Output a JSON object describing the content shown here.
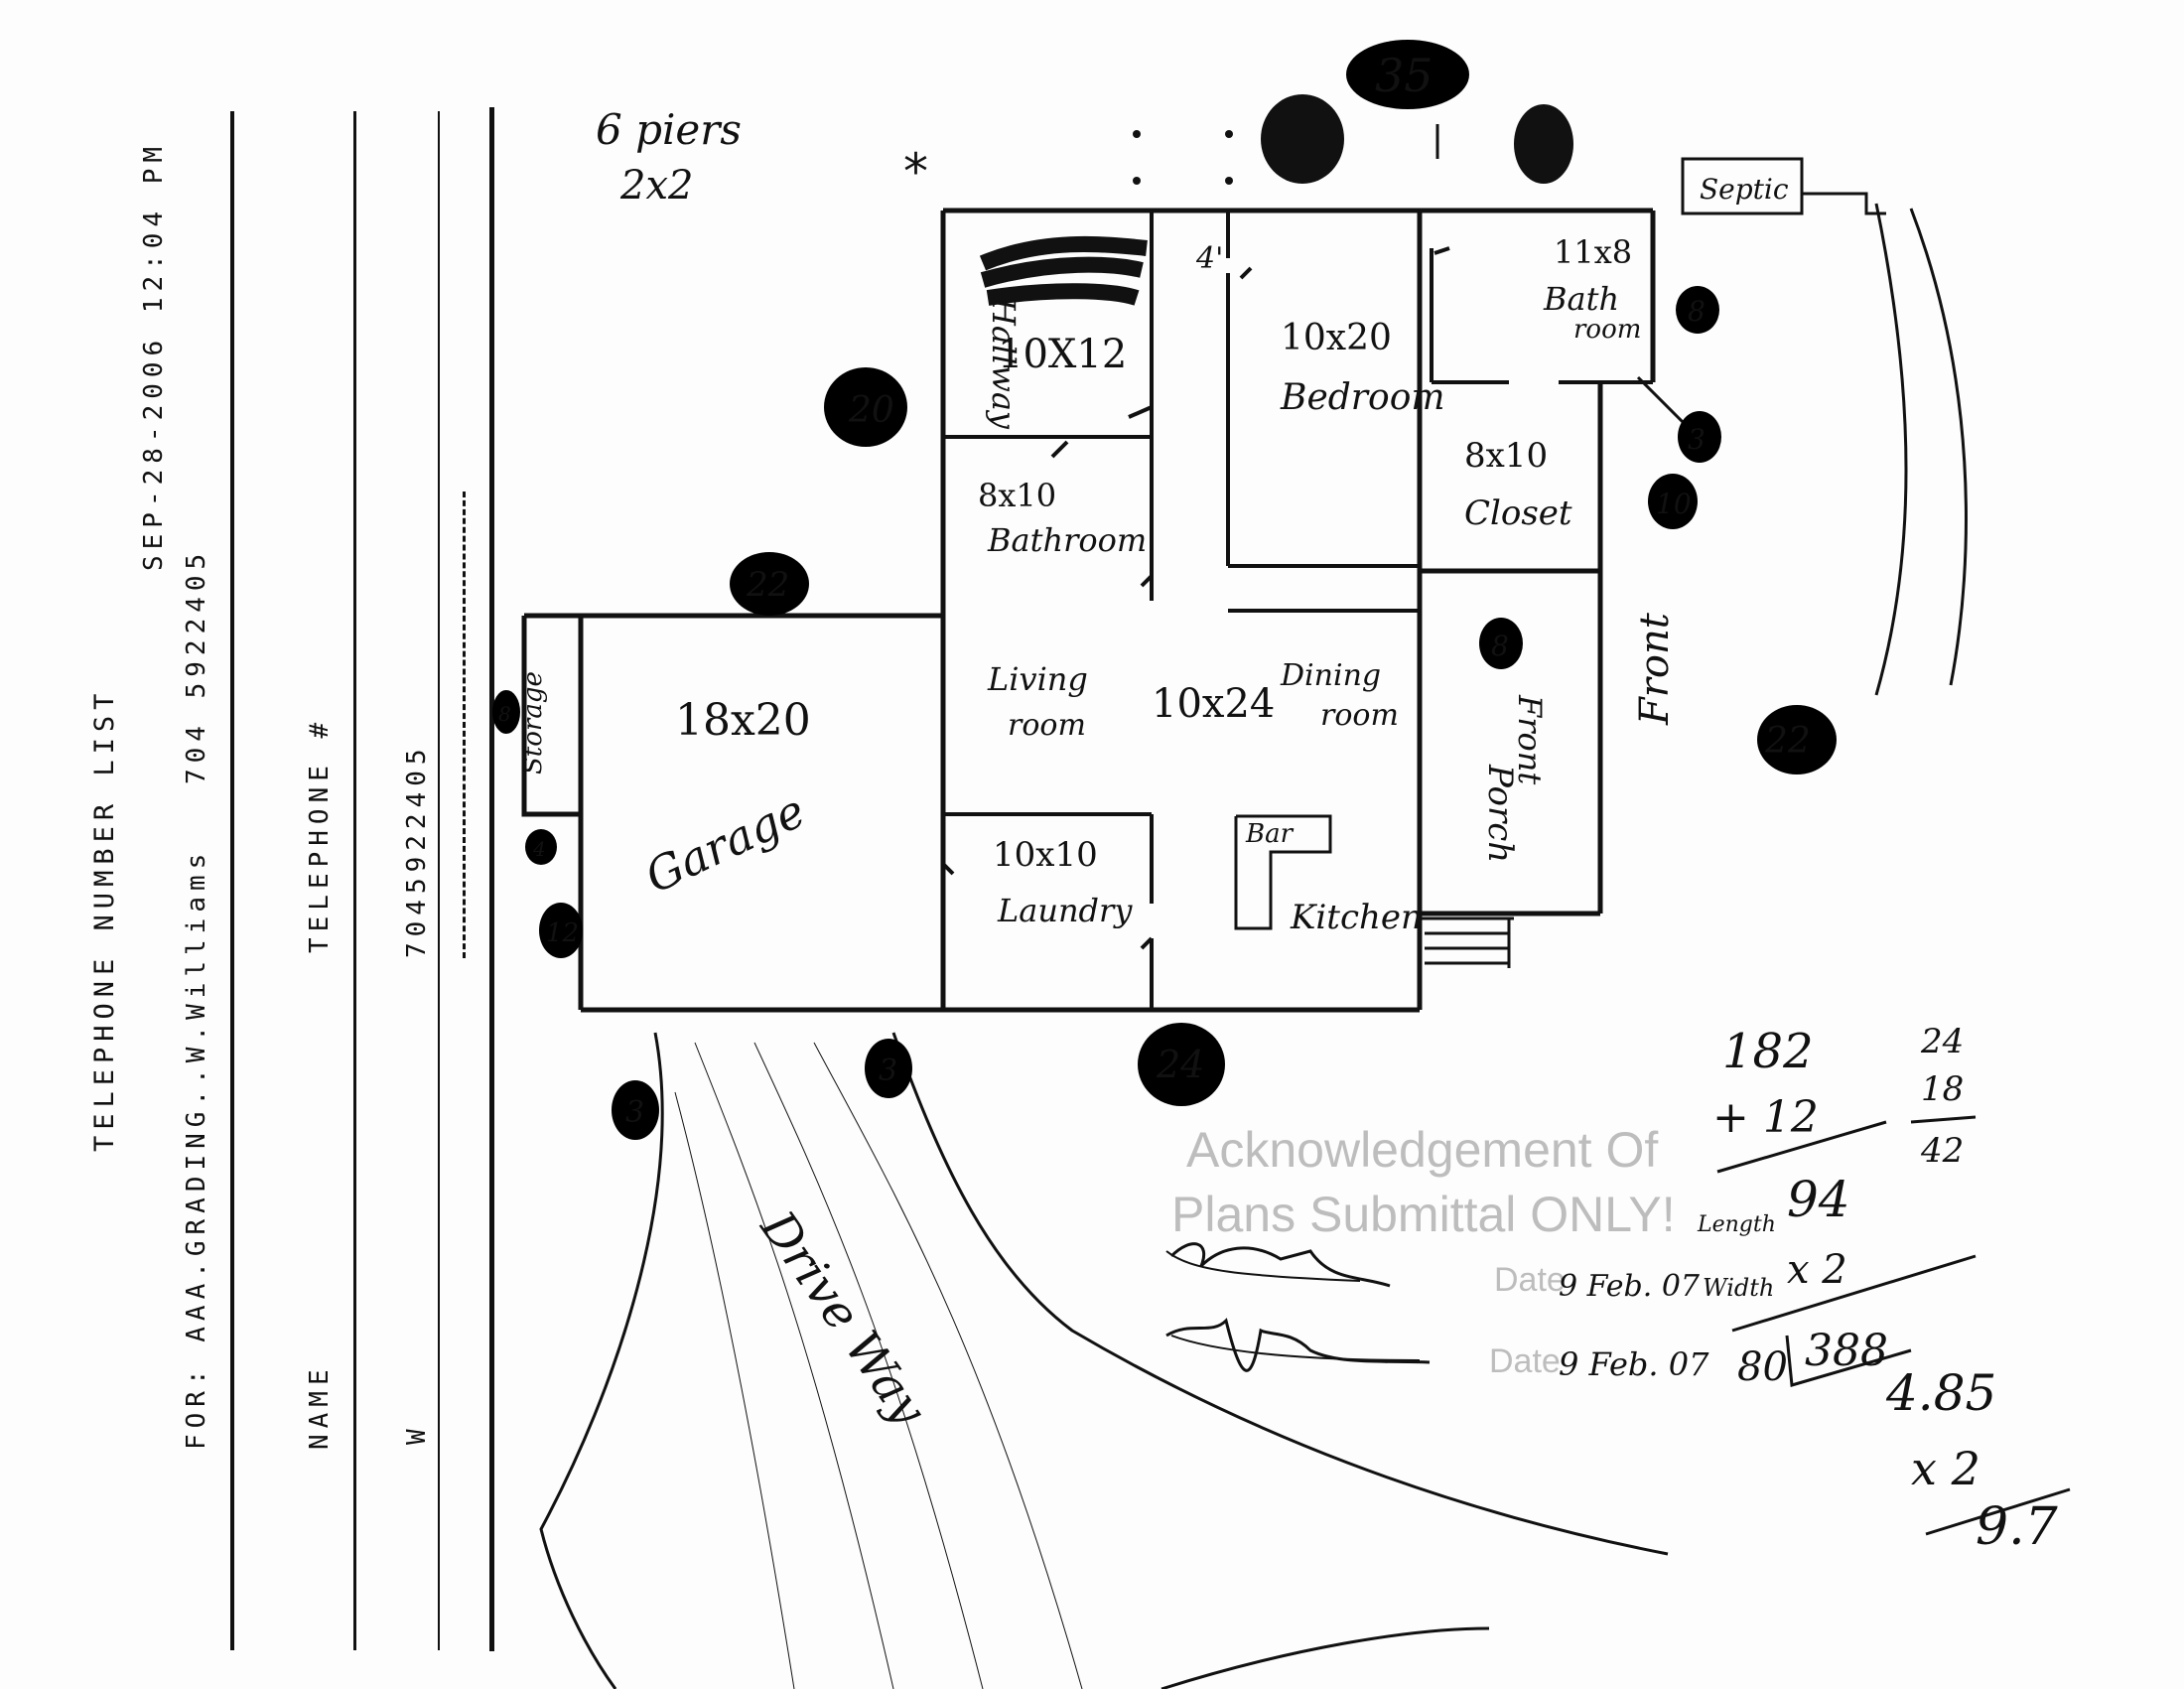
{
  "fax_header": {
    "list_title": "TELEPHONE NUMBER LIST",
    "timestamp": "SEP-28-2006 12:04 PM",
    "for_line": "FOR: AAA.GRADING..W.Williams",
    "header_phone": "704 5922405",
    "name_col": "NAME",
    "phone_col": "TELEPHONE #",
    "entry_name": "W",
    "entry_phone": "7045922405"
  },
  "notes": {
    "piers_line1": "6 piers",
    "piers_line2": "2x2",
    "star": "*",
    "circled_35": "35"
  },
  "rooms": {
    "room_a_size": "10X12",
    "hallway": "Hallway",
    "hallway_num": "4'",
    "bedroom_size": "10x20",
    "bedroom": "Bedroom",
    "bath_size": "11x8",
    "bath_label1": "Bath",
    "bath_label2": "room",
    "bathroom2_size": "8x10",
    "bathroom2": "Bathroom",
    "closet_size": "8x10",
    "closet": "Closet",
    "living1": "Living",
    "living2": "room",
    "living_size": "10x24",
    "dining1": "Dining",
    "dining2": "room",
    "laundry_size": "10x10",
    "laundry": "Laundry",
    "bar": "Bar",
    "kitchen": "Kitchen",
    "front_porch1": "Front",
    "front_porch2": "Porch",
    "garage_size": "18x20",
    "garage": "Garage",
    "storage": "Storage",
    "septic": "Septic",
    "front": "Front",
    "driveway": "Drive Way"
  },
  "dimensions": {
    "d20": "20",
    "d22_top": "22",
    "d8_bath": "8",
    "d3_right": "3",
    "d10_closet": "10",
    "d8_porch": "8",
    "d22_right": "22",
    "d4": "4",
    "d8_storage": "8",
    "d12": "12",
    "d3_left": "3",
    "d3_mid": "3",
    "d24": "24"
  },
  "stamp": {
    "line1": "Acknowledgement Of",
    "line2": "Plans Submittal ONLY!",
    "date1_label": "Date",
    "date1_value": "9 Feb. 07",
    "date2_label": "Date",
    "date2_value": "9 Feb. 07"
  },
  "calculations": {
    "a1": "182",
    "a2": "+ 12",
    "a3": "94",
    "length_lbl": "Length",
    "width_lbl": "Width",
    "times2": "x 2",
    "div_lead": "80",
    "div_val": "388",
    "b1": "24",
    "b2": "18",
    "b3": "42",
    "c1": "4.85",
    "c2": "x 2",
    "c3": "9.7"
  }
}
